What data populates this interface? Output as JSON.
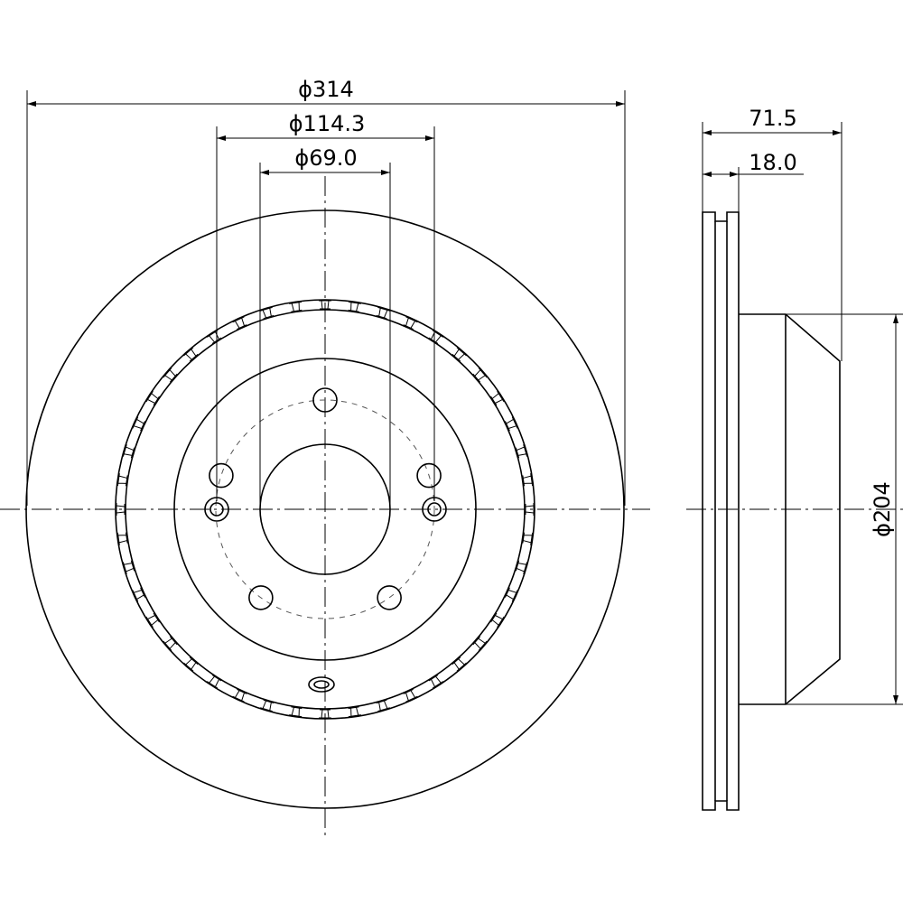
{
  "drawing": {
    "front_view": {
      "outer_diameter_label": "ϕ314",
      "bolt_circle_label": "ϕ114.3",
      "center_bore_label": "ϕ69.0",
      "bolt_holes": 5,
      "vent_slots": 44
    },
    "side_view": {
      "total_height_label": "71.5",
      "thickness_label": "18.0",
      "hat_diameter_label": "ϕ204"
    }
  }
}
